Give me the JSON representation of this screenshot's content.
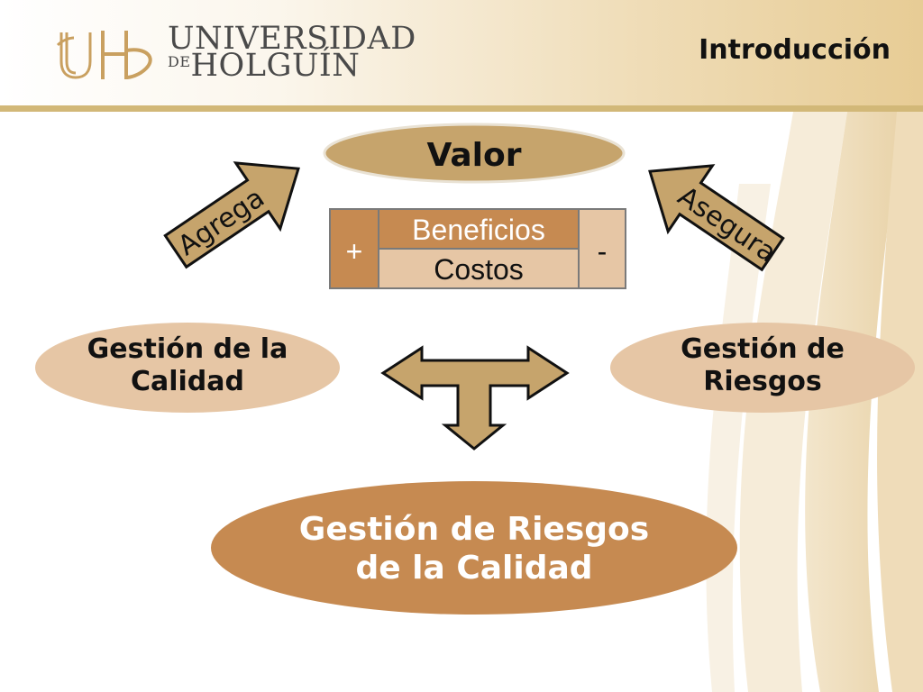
{
  "header": {
    "university_line1": "UNIVERSIDAD",
    "university_line2_prefix": "DE",
    "university_line2": "HOLGUÍN",
    "section_title": "Introducción"
  },
  "diagram": {
    "valor": "Valor",
    "plus": "+",
    "minus": "-",
    "beneficios": "Beneficios",
    "costos": "Costos",
    "arrow_left": "Agrega",
    "arrow_right": "Asegura",
    "gestion_calidad": "Gestión de la Calidad",
    "gestion_riesgos": "Gestión de Riesgos",
    "gestion_riesgos_calidad": "Gestión de Riesgos de la Calidad"
  },
  "colors": {
    "tan": "#c6a46c",
    "brown": "#c68a51",
    "light_peach": "#e6c6a5",
    "header_gold": "#d2b878"
  }
}
